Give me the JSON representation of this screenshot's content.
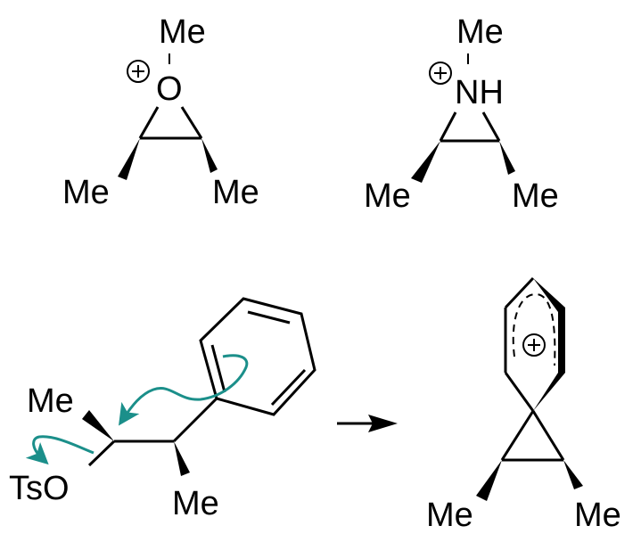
{
  "diagram": {
    "type": "chemical-reaction-scheme",
    "colors": {
      "ink": "#000000",
      "curved_arrow": "#1b8f8a"
    },
    "structures": [
      {
        "id": "oxonium-epoxide",
        "labels": {
          "top_me": "Me",
          "heteroatom": "O",
          "left_me": "Me",
          "right_me": "Me",
          "charge": "+"
        }
      },
      {
        "id": "aziridinium",
        "labels": {
          "top_me": "Me",
          "heteroatom": "NH",
          "left_me": "Me",
          "right_me": "Me",
          "charge": "+"
        }
      },
      {
        "id": "tosylate-substrate",
        "labels": {
          "me_top": "Me",
          "leaving_group": "TsO",
          "me_bottom": "Me"
        }
      },
      {
        "id": "phenonium-ion",
        "labels": {
          "left_me": "Me",
          "right_me": "Me",
          "charge": "+"
        }
      }
    ],
    "reaction_arrow": {
      "direction": "right"
    }
  }
}
